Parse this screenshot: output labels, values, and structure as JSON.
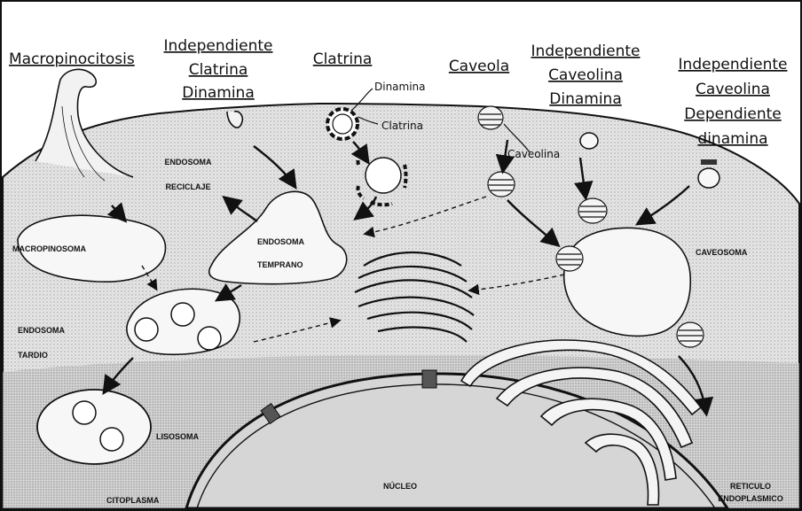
{
  "pathways": {
    "macropinocitosis": [
      "Macropinocitosis"
    ],
    "independiente_clatrina_dinamina": [
      "Independiente",
      "Clatrina",
      "Dinamina"
    ],
    "clatrina": [
      "Clatrina"
    ],
    "caveola": [
      "Caveola"
    ],
    "independiente_caveolina_dinamina": [
      "Independiente",
      "Caveolina",
      "Dinamina"
    ],
    "independiente_caveolina_dependiente_dinamina": [
      "Independiente",
      "Caveolina",
      "Dependiente",
      "dinamina"
    ]
  },
  "callouts": {
    "dinamina": "Dinamina",
    "clatrina": "Clatrina",
    "caveolina": "Caveolina"
  },
  "organelles": {
    "endosoma_reciclaje": [
      "ENDOSOMA",
      "RECICLAJE"
    ],
    "macropinosoma": "MACROPINOSOMA",
    "endosoma_temprano": [
      "ENDOSOMA",
      "TEMPRANO"
    ],
    "endosoma_tardio": [
      "ENDOSOMA",
      "TARDIO"
    ],
    "lisosoma": "LISOSOMA",
    "caveosoma": "CAVEOSOMA",
    "citoplasma": "CITOPLASMA",
    "nucleo": "NÚCLEO",
    "reticulo": [
      "RETICULO",
      "ENDOPLASMICO"
    ]
  },
  "colors": {
    "cytoplasm": "#e9e9e9",
    "nucleus": "#d6d6d6",
    "outline": "#111111"
  }
}
